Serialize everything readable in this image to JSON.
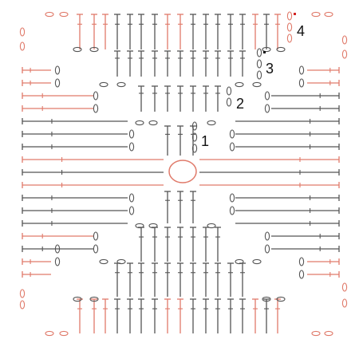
{
  "diagram": {
    "kind": "crochet granny square symbol chart",
    "rows": 6,
    "rounds": [
      {
        "label": "1",
        "color": "#555555"
      },
      {
        "label": "2",
        "color": "#555555"
      },
      {
        "label": "3",
        "color": "#555555"
      },
      {
        "label": "4",
        "color": "#e07a6a"
      }
    ],
    "colors": {
      "dark": "#555555",
      "accent": "#e07a6a",
      "start_marker": "#111111",
      "end_marker": "#d22222"
    },
    "symbols": {
      "center_ring": "magic-ring",
      "stitch": "double-crochet",
      "space": "chain"
    }
  }
}
